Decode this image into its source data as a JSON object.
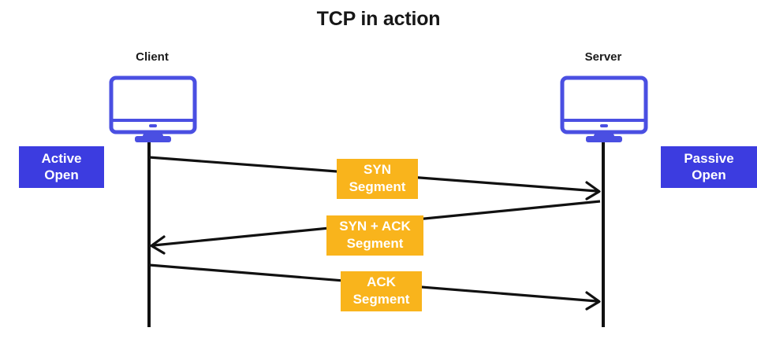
{
  "title": "TCP in action",
  "nodes": [
    {
      "label": "Client",
      "icon": "monitor-icon",
      "side": "left"
    },
    {
      "label": "Server",
      "icon": "monitor-icon",
      "side": "right"
    }
  ],
  "badges": [
    {
      "line1": "Active",
      "line2": "Open",
      "side": "left"
    },
    {
      "line1": "Passive",
      "line2": "Open",
      "side": "right"
    }
  ],
  "messages": [
    {
      "line1": "SYN",
      "line2": "Segment",
      "direction": "client-to-server"
    },
    {
      "line1": "SYN + ACK",
      "line2": "Segment",
      "direction": "server-to-client"
    },
    {
      "line1": "ACK",
      "line2": "Segment",
      "direction": "client-to-server"
    }
  ],
  "colors": {
    "accent_blue": "#3c3ce0",
    "icon_blue": "#4a4fe2",
    "segment_amber": "#f9b41c",
    "line_black": "#111111",
    "text_dark": "#171717",
    "text_white": "#ffffff"
  }
}
